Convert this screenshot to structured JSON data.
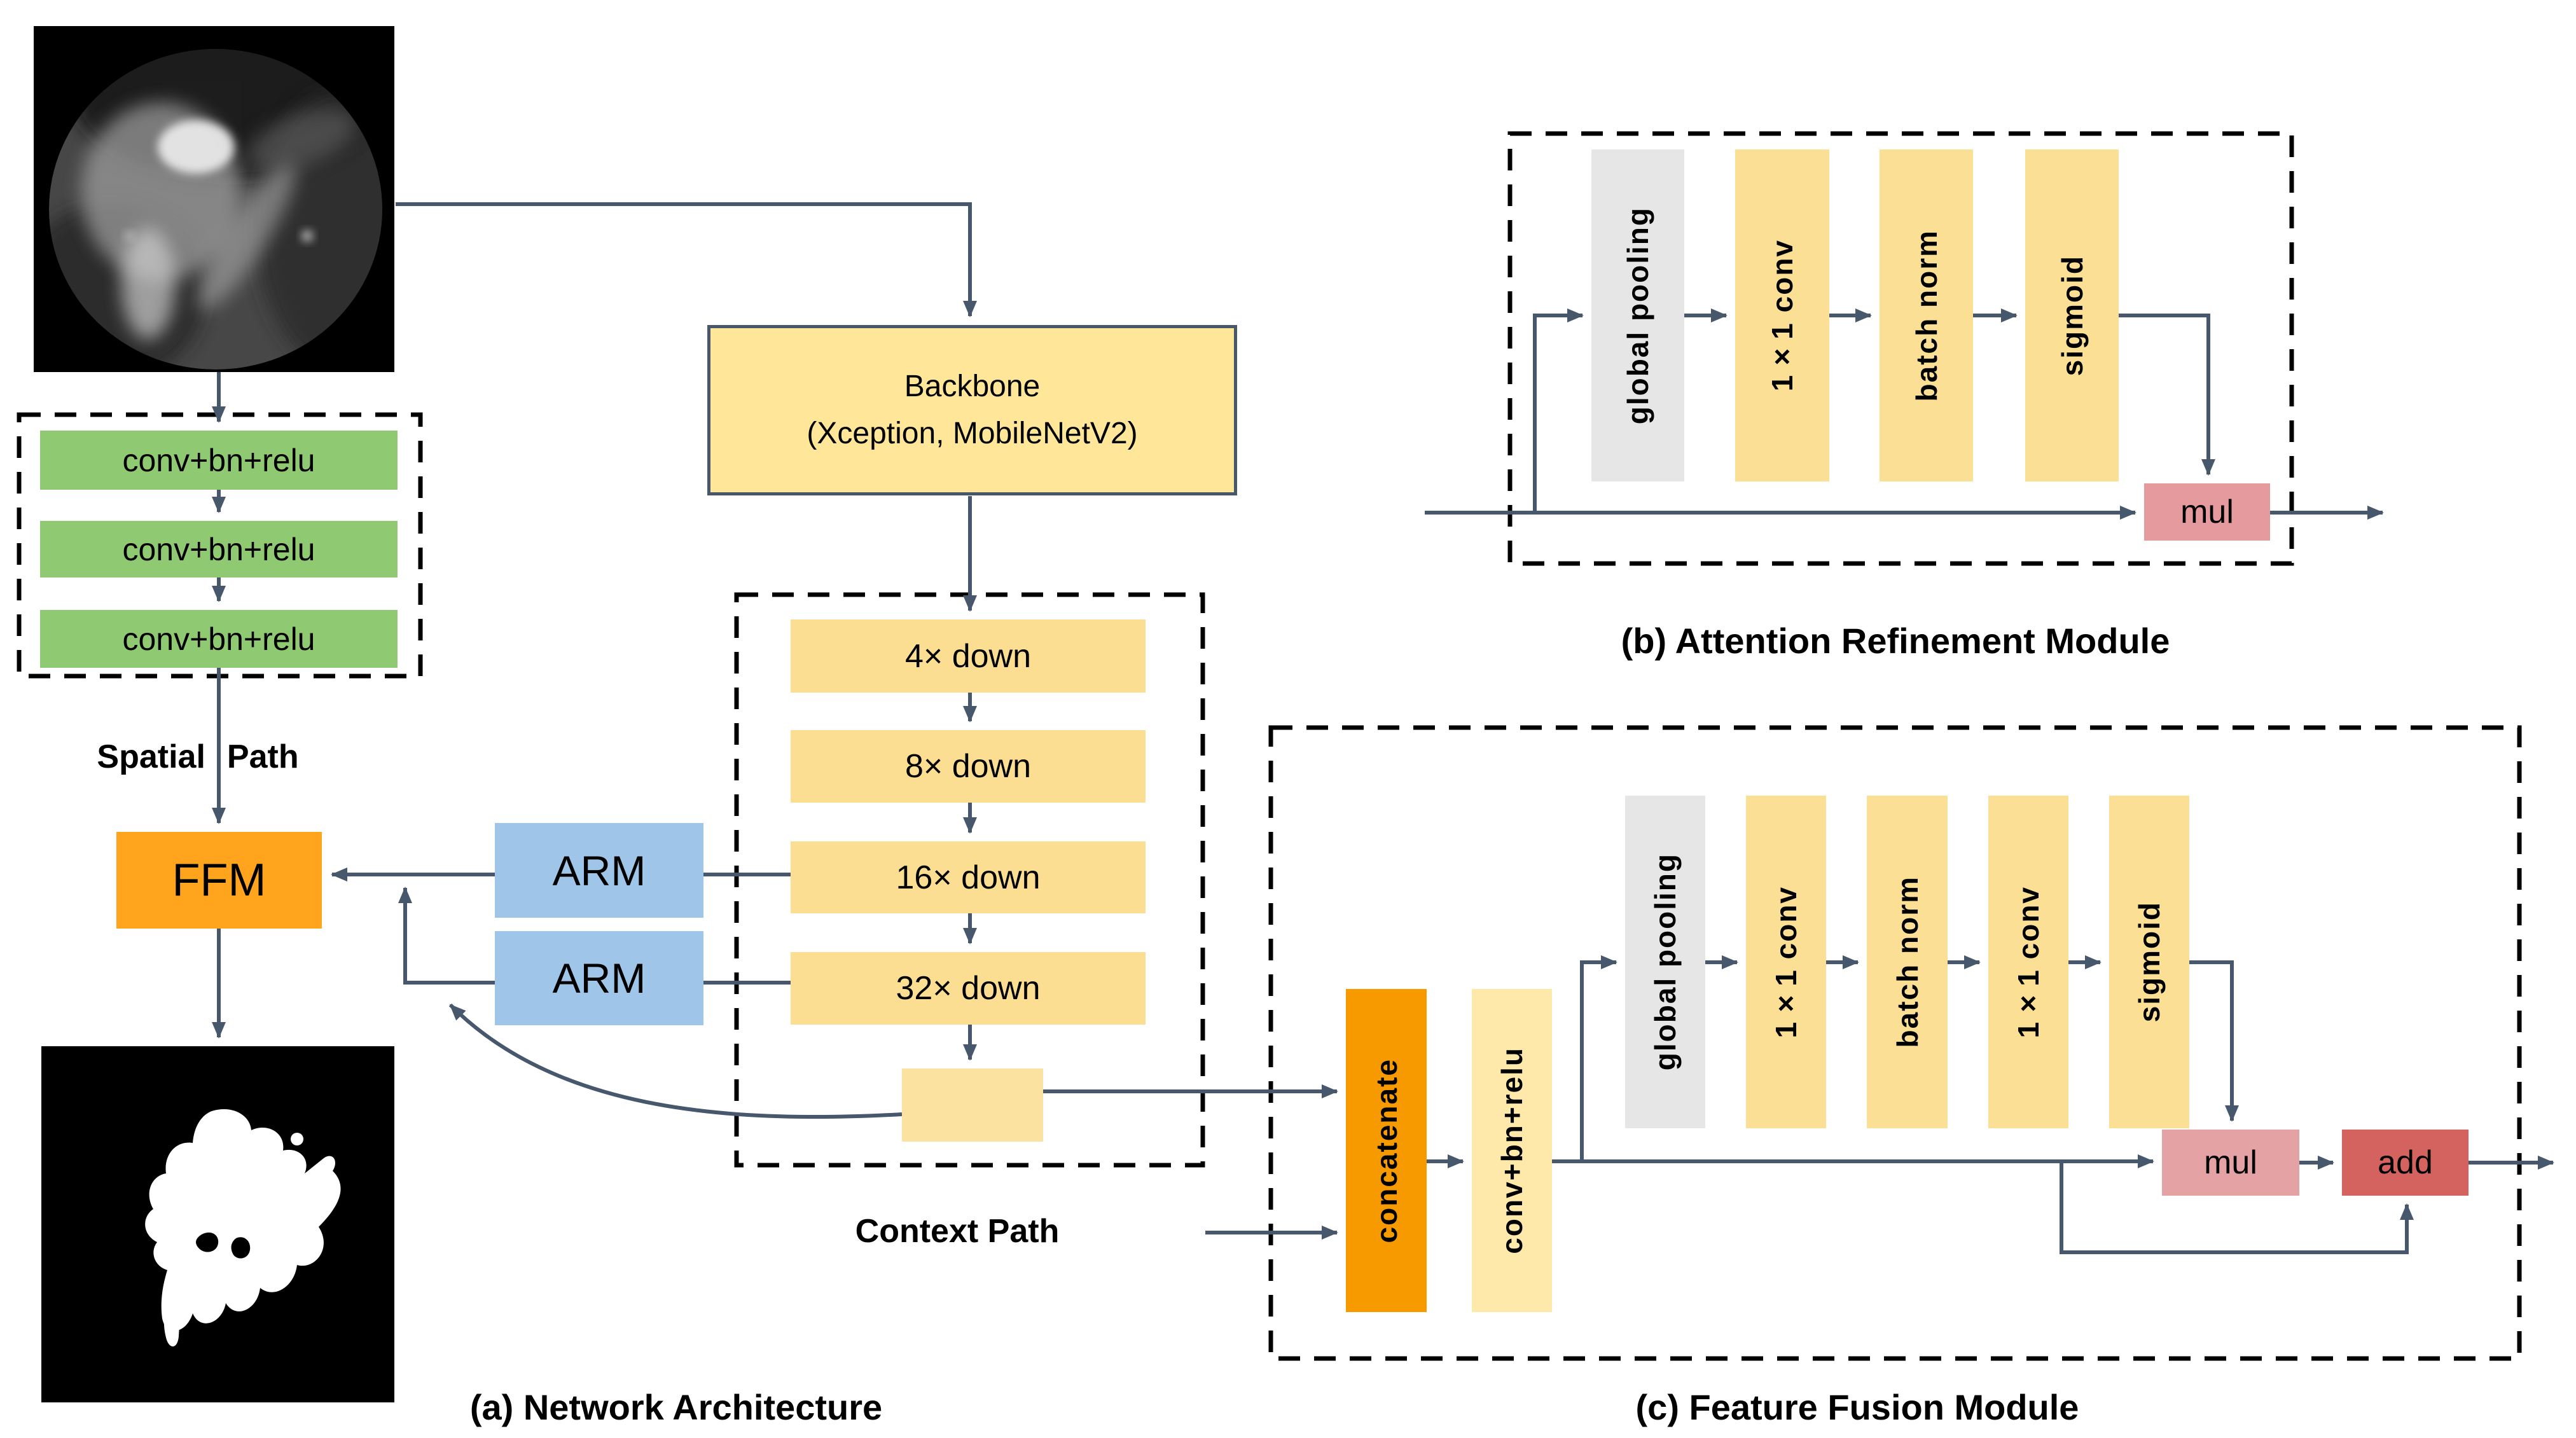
{
  "figure": {
    "network": {
      "caption": "(a) Network Architecture",
      "spatial_path_word1": "Spatial",
      "spatial_path_word2": "Path",
      "context_path_label": "Context Path",
      "spatial_blocks": [
        "conv+bn+relu",
        "conv+bn+relu",
        "conv+bn+relu"
      ],
      "backbone_line1": "Backbone",
      "backbone_line2": "(Xception, MobileNetV2)",
      "down_blocks": [
        "4× down",
        "8× down",
        "16× down",
        "32× down"
      ],
      "arm_label_1": "ARM",
      "arm_label_2": "ARM",
      "ffm_label": "FFM"
    },
    "arm_module": {
      "caption": "(b) Attention Refinement Module",
      "blocks": [
        "global pooling",
        "1×1 conv",
        "batch norm",
        "sigmoid"
      ],
      "mul_label": "mul"
    },
    "ffm_module": {
      "caption": "(c) Feature Fusion Module",
      "concatenate_label": "concatenate",
      "conv_label": "conv+bn+relu",
      "blocks": [
        "global pooling",
        "1×1 conv",
        "batch norm",
        "1×1 conv",
        "sigmoid"
      ],
      "mul_label": "mul",
      "add_label": "add"
    }
  },
  "colors": {
    "line": "#47586D",
    "ink": "#000000",
    "green": "#8FC972",
    "blue": "#9FC5E8",
    "orange": "#FFA41C",
    "deep-orange": "#F79A00",
    "yellow-box": "#FCDE92",
    "backbone": "#FFE699",
    "tail": "#FCE2A0",
    "bar-yellow": "#FBDF95",
    "bar-cream": "#FEE9AA",
    "bar-gray": "#E7E6E6",
    "mul-pink": "#E59B9E",
    "mul-pink2": "#E5A2A5",
    "add-red": "#D4635F"
  }
}
